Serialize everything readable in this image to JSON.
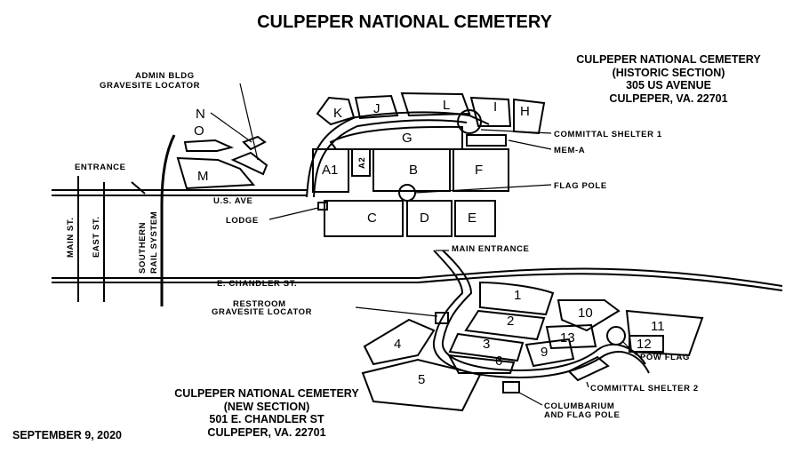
{
  "title": "CULPEPER NATIONAL CEMETERY",
  "historic": {
    "line1": "CULPEPER NATIONAL CEMETERY",
    "line2": "(HISTORIC SECTION)",
    "line3": "305 US AVENUE",
    "line4": "CULPEPER, VA. 22701"
  },
  "new_section": {
    "line1": "CULPEPER NATIONAL CEMETERY",
    "line2": "(NEW SECTION)",
    "line3": "501 E. CHANDLER ST",
    "line4": "CULPEPER, VA. 22701"
  },
  "date": "SEPTEMBER 9, 2020",
  "labels": {
    "admin1": "ADMIN BLDG",
    "admin2": "GRAVESITE LOCATOR",
    "entrance": "ENTRANCE",
    "us_ave": "U.S. AVE",
    "lodge": "LODGE",
    "committal1": "COMMITTAL SHELTER 1",
    "mem_a": "MEM-A",
    "flag_pole": "FLAG POLE",
    "main_entrance": "MAIN ENTRANCE",
    "chandler": "E. CHANDLER ST.",
    "restroom1": "RESTROOM",
    "restroom2": "GRAVESITE LOCATOR",
    "pow_flag": "POW FLAG",
    "committal2": "COMMITTAL SHELTER 2",
    "columbarium1": "COLUMBARIUM",
    "columbarium2": "AND FLAG POLE",
    "main_st": "MAIN ST.",
    "east_st": "EAST ST.",
    "rail1": "SOUTHERN",
    "rail2": "RAIL SYSTEM"
  },
  "sections_historic": {
    "K": "K",
    "J": "J",
    "L": "L",
    "I": "I",
    "H": "H",
    "G": "G",
    "A1": "A1",
    "A2": "A2",
    "B": "B",
    "F": "F",
    "C": "C",
    "D": "D",
    "E": "E",
    "M": "M",
    "N": "N",
    "O": "O"
  },
  "sections_new": {
    "s1": "1",
    "s2": "2",
    "s3": "3",
    "s4": "4",
    "s5": "5",
    "s6": "6",
    "s9": "9",
    "s10": "10",
    "s11": "11",
    "s12": "12",
    "s13": "13"
  }
}
